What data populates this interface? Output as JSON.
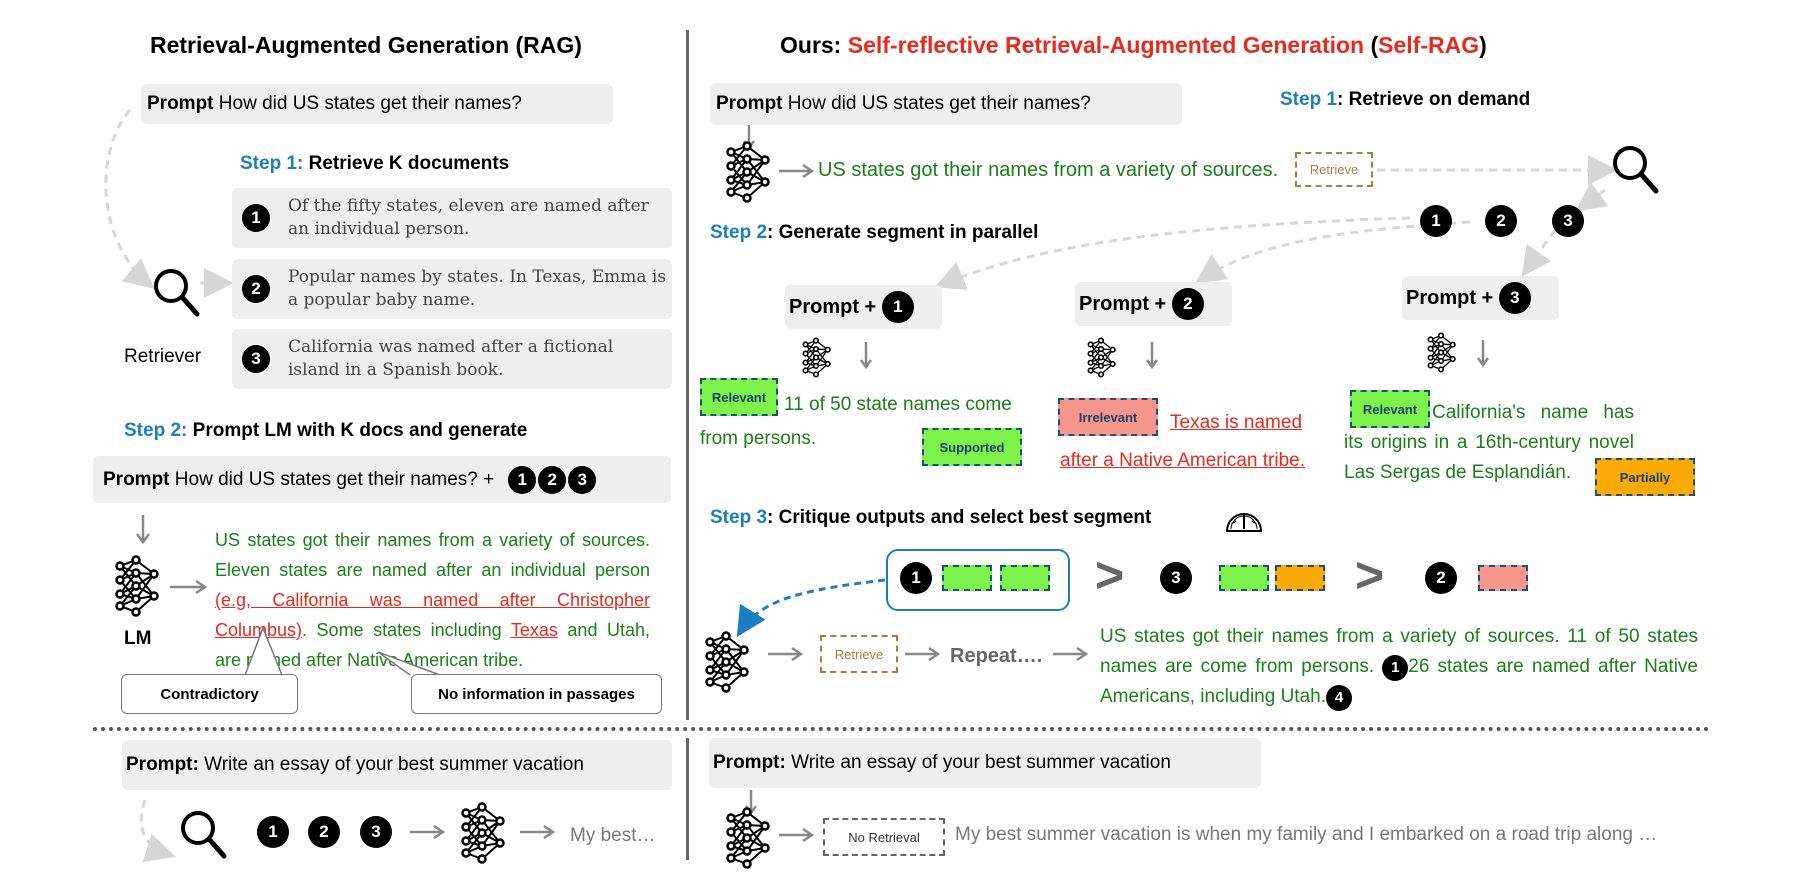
{
  "left": {
    "title": "Retrieval-Augmented Generation (RAG)",
    "prompt_label": "Prompt",
    "prompt_text": "How did US states get their names?",
    "step1_prefix": "Step 1:",
    "step1_text": "Retrieve K documents",
    "docs": [
      {
        "num": "1",
        "text": "Of the fifty states, eleven are named after an individual person."
      },
      {
        "num": "2",
        "text": "Popular names by states. In Texas, Emma is a popular baby name."
      },
      {
        "num": "3",
        "text": "California was named after a fictional island in a Spanish book."
      }
    ],
    "retriever_label": "Retriever",
    "step2_prefix": "Step 2:",
    "step2_text": "Prompt LM with K docs and generate",
    "prompt2_label": "Prompt",
    "prompt2_text": "How did US states get their names? +",
    "prompt2_badges": [
      "1",
      "2",
      "3"
    ],
    "lm_label": "LM",
    "gen_part1": "US states got their names from a variety of sources. Eleven states are named after an individual person ",
    "gen_err1": "(e.g, California was named after Christopher Columbus)",
    "gen_part2": ". Some states including ",
    "gen_err2": "Texas",
    "gen_part3": " and Utah, are named after Native American tribe.",
    "callout_contradictory": "Contradictory",
    "callout_noinfo": "No information in passages"
  },
  "right": {
    "title_prefix": "Ours: ",
    "title_main": "Self-reflective Retrieval-Augmented Generation",
    "title_paren_open": " (",
    "title_abbr": "Self-RAG",
    "title_paren_close": ")",
    "prompt_label": "Prompt",
    "prompt_text": "How did US states get their names?",
    "step1_prefix": "Step 1",
    "step1_text": ": Retrieve on demand",
    "first_segment": "US states got their names from a variety of sources.",
    "retrieve_tag": "Retrieve",
    "retrieved_badges": [
      "1",
      "2",
      "3"
    ],
    "step2_prefix": "Step 2",
    "step2_text": ": Generate segment in parallel",
    "branches": [
      {
        "prompt": "Prompt +",
        "num": "1",
        "relevance": "Relevant",
        "text": "11 of 50 state names come from persons.",
        "support": "Supported",
        "is_error": false
      },
      {
        "prompt": "Prompt +",
        "num": "2",
        "relevance": "Irrelevant",
        "text": "Texas is named after a Native American tribe.",
        "support": "",
        "is_error": true
      },
      {
        "prompt": "Prompt +",
        "num": "3",
        "relevance": "Relevant",
        "text": "California's name has its origins in a 16th-century novel Las Sergas de Esplandián.",
        "support": "Partially",
        "is_error": false
      }
    ],
    "step3_prefix": "Step 3",
    "step3_text": ": Critique outputs and select best segment",
    "ranking": [
      {
        "num": "1",
        "colors": [
          "#7cf24a",
          "#7cf24a"
        ]
      },
      {
        "num": "3",
        "colors": [
          "#7cf24a",
          "#fcaa06"
        ]
      },
      {
        "num": "2",
        "colors": [
          "#f7968b"
        ]
      }
    ],
    "gt_symbol": ">",
    "repeat_retrieve": "Retrieve",
    "repeat_text": "Repeat….",
    "final_part1": "US states got their names from a variety of sources. 11 of 50 states names are come from persons.",
    "final_badge1": "1",
    "final_part2": "26 states are named after Native Americans, including Utah.",
    "final_badge2": "4"
  },
  "bottom": {
    "left_prompt_label": "Prompt:",
    "left_prompt_text": "Write an essay of your best summer vacation",
    "left_badges": [
      "1",
      "2",
      "3"
    ],
    "left_output": "My best…",
    "right_prompt_label": "Prompt:",
    "right_prompt_text": "Write an essay of your best summer vacation",
    "no_retrieval_tag": "No Retrieval",
    "right_output": "My best summer vacation is when my family and I embarked on a road trip along …"
  },
  "colors": {
    "accent_red": "#e8291c",
    "step_blue": "#1a7fc1",
    "text_green": "#1a7f1a",
    "relevant_green": "#7cf24a",
    "irrelevant_pink": "#f7968b",
    "partial_orange": "#fcaa06"
  }
}
